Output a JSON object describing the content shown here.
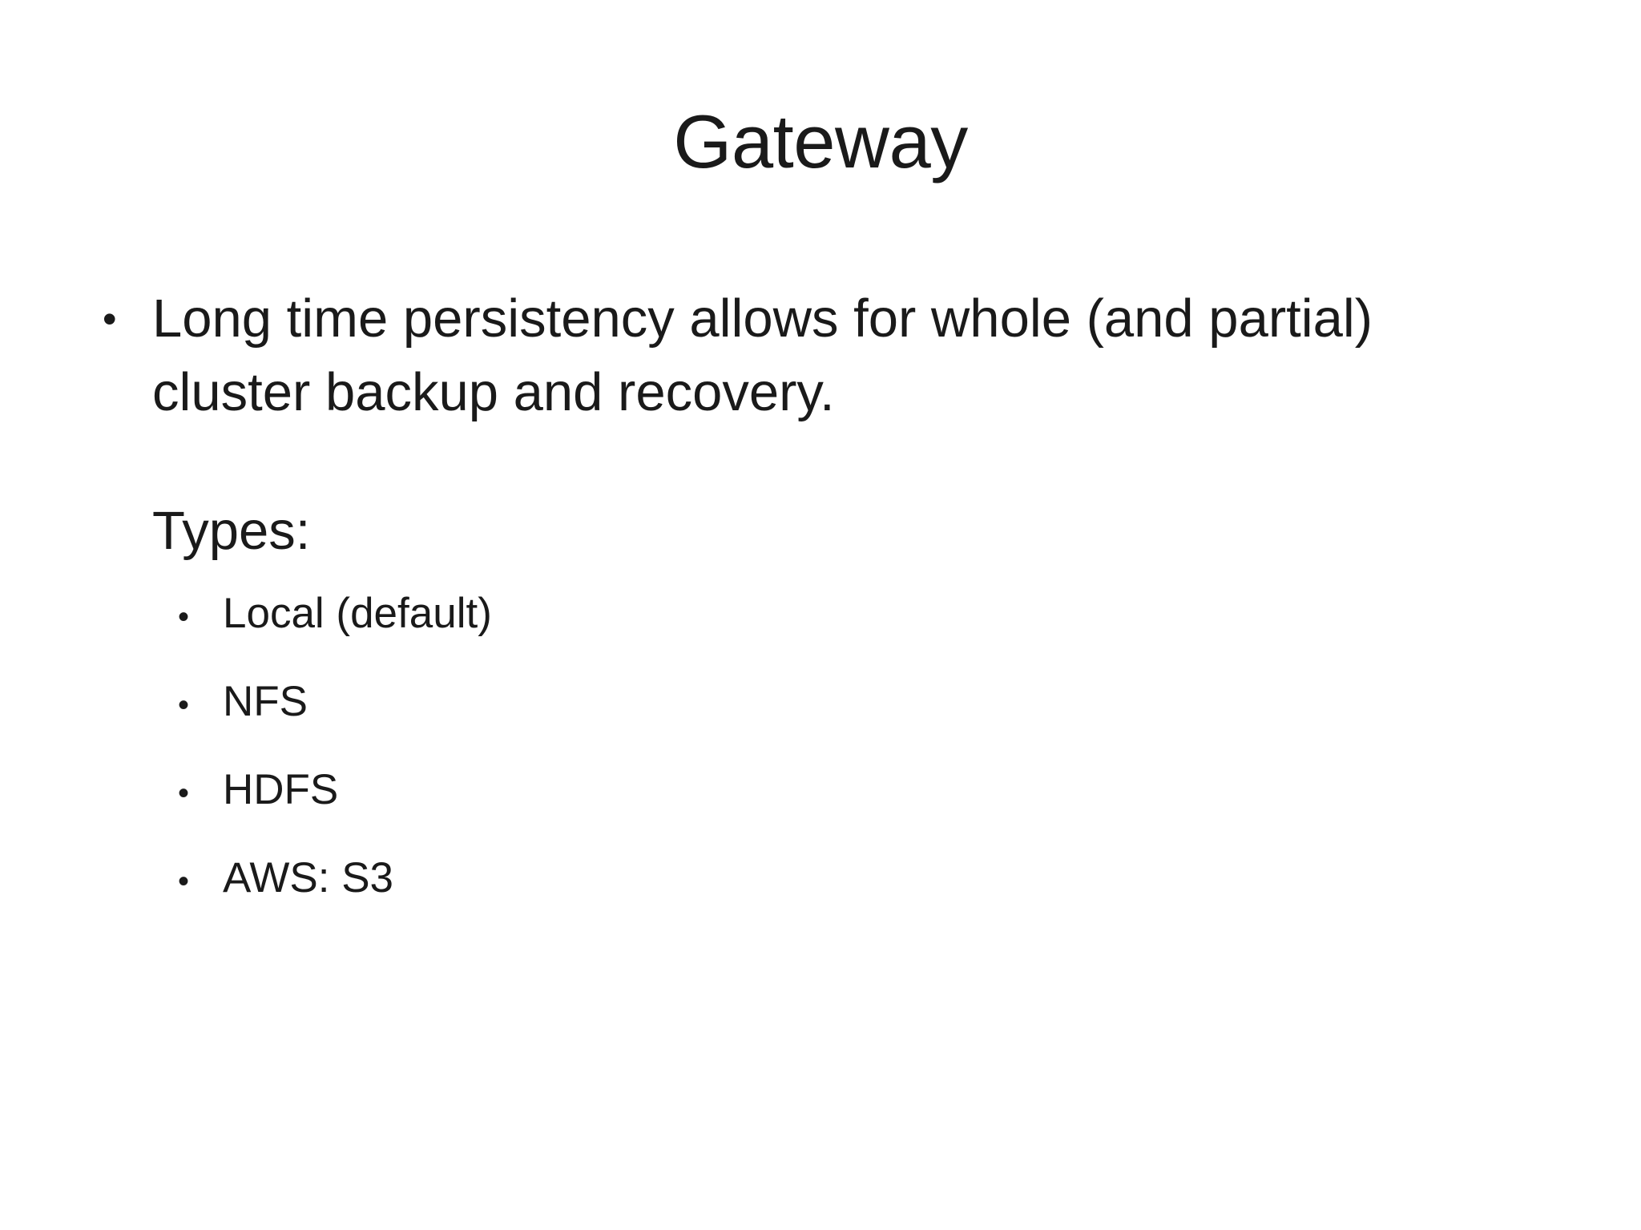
{
  "slide": {
    "title": "Gateway",
    "background_color": "#ffffff",
    "text_color": "#1a1a1a",
    "bullet_glyph": "•",
    "body": {
      "bullets": [
        {
          "level": 1,
          "marker": "•",
          "text": "Long time persistency allows for whole (and partial) cluster backup and recovery."
        },
        {
          "level": 1,
          "marker": "",
          "text": "Types:"
        }
      ],
      "sub_bullets": [
        {
          "level": 2,
          "marker": "•",
          "text": "Local (default)"
        },
        {
          "level": 2,
          "marker": "•",
          "text": "NFS"
        },
        {
          "level": 2,
          "marker": "•",
          "text": "HDFS"
        },
        {
          "level": 2,
          "marker": "•",
          "text": "AWS: S3"
        }
      ]
    }
  }
}
